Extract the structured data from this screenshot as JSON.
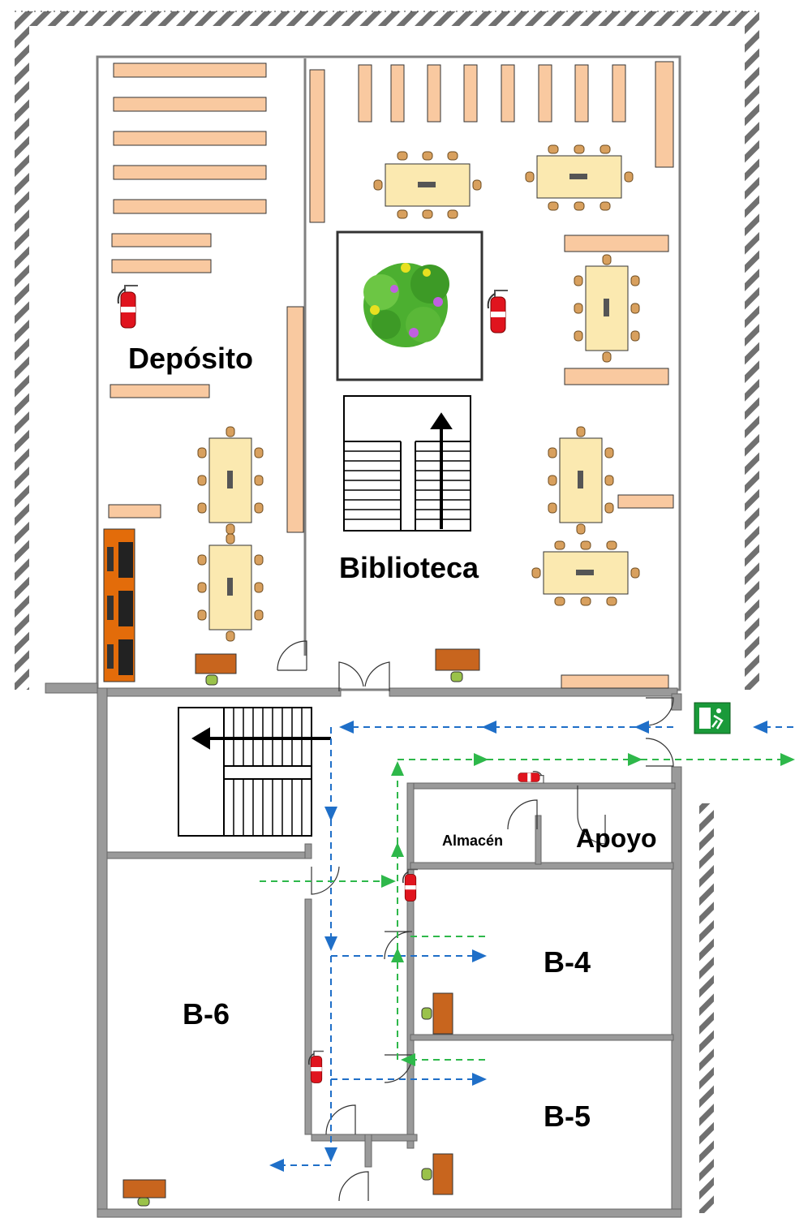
{
  "rooms": {
    "deposito": "Depósito",
    "biblioteca": "Biblioteca",
    "almacen": "Almacén",
    "apoyo": "Apoyo",
    "b4": "B-4",
    "b5": "B-5",
    "b6": "B-6"
  },
  "colors": {
    "wall": "#808080",
    "shelf": "#f9c9a0",
    "table": "#fbe9b0",
    "chair": "#d8a05e",
    "desk": "#c8651e",
    "workstation": "#e36c0a",
    "extinguisher": "#e0141e",
    "exit_sign": "#1a9a3a",
    "route_blue": "#1f6fc8",
    "route_green": "#2eb84a",
    "plant": "#4caf30"
  },
  "icons": {
    "exit": "emergency-exit-icon",
    "extinguisher": "fire-extinguisher-icon",
    "plant": "plant-icon",
    "stairs": "stairs-icon"
  }
}
